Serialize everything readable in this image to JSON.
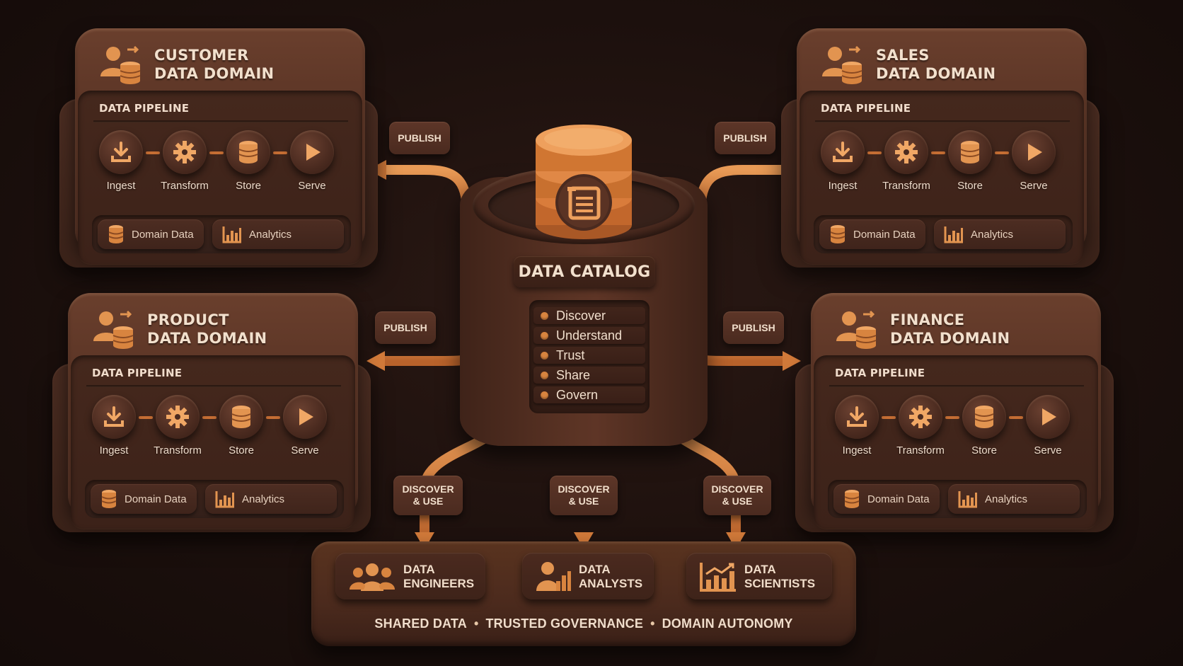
{
  "domains": [
    {
      "title_line1": "CUSTOMER",
      "title_line2": "DATA DOMAIN"
    },
    {
      "title_line1": "SALES",
      "title_line2": "DATA DOMAIN"
    },
    {
      "title_line1": "PRODUCT",
      "title_line2": "DATA DOMAIN"
    },
    {
      "title_line1": "FINANCE",
      "title_line2": "DATA DOMAIN"
    }
  ],
  "pipeline": {
    "label": "DATA PIPELINE",
    "steps": [
      "Ingest",
      "Transform",
      "Store",
      "Serve"
    ],
    "outputs": [
      "Domain Data",
      "Analytics"
    ]
  },
  "publish_label": "PUBLISH",
  "discover_label_line1": "DISCOVER",
  "discover_label_line2": "& USE",
  "catalog": {
    "name": "DATA CATALOG",
    "capabilities": [
      "Discover",
      "Understand",
      "Trust",
      "Share",
      "Govern"
    ]
  },
  "consumers": [
    {
      "line1": "DATA",
      "line2": "ENGINEERS",
      "icon": "team-icon"
    },
    {
      "line1": "DATA",
      "line2": "ANALYSTS",
      "icon": "analyst-icon"
    },
    {
      "line1": "DATA",
      "line2": "SCIENTISTS",
      "icon": "chart-icon"
    }
  ],
  "tagline": [
    "SHARED DATA",
    "TRUSTED GOVERNANCE",
    "DOMAIN AUTONOMY"
  ],
  "colors": {
    "accent": "#d8843f",
    "background": "#1c100d",
    "card": "#5a3425"
  }
}
